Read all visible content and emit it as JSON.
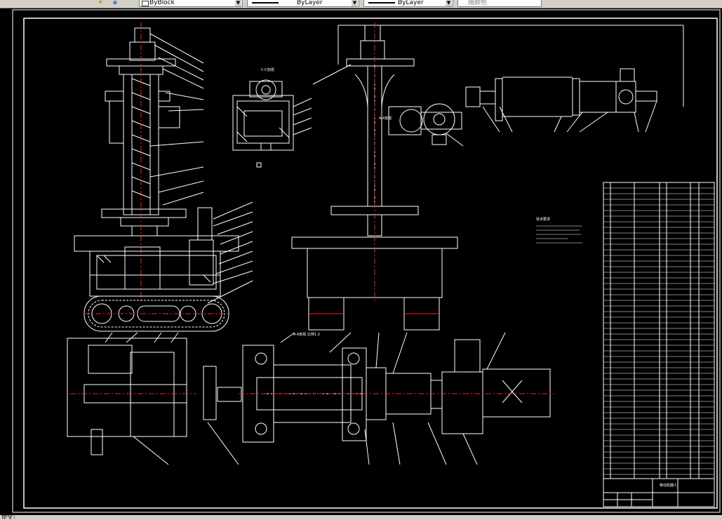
{
  "toolbar": {
    "layer_combo": "ByBlock",
    "linetype_combo": "ByLayer",
    "lineweight_combo": "ByLayer",
    "plotstyle_combo": "随颜色",
    "icons": [
      "sun-icon",
      "layer-states-icon"
    ]
  },
  "drawing": {
    "section_label": "C-C剖视",
    "section_label_2": "A-A剖视",
    "section_label_3": "A-A剖视 比例1:2",
    "notes_title": "技术要求",
    "title_block_text": "移动机器人",
    "colors": {
      "background": "#000000",
      "lines": "#ffffff",
      "center_lines": "#ff2020",
      "frame": "#ffffff"
    }
  },
  "command_line": {
    "prompt": "命令:"
  }
}
